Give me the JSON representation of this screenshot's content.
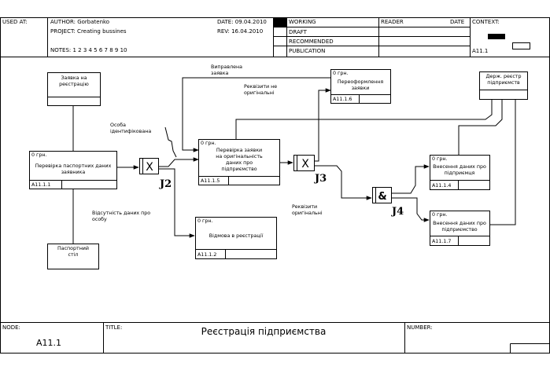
{
  "header": {
    "used_at_label": "USED AT:",
    "author_line": "AUTHOR: Gorbatenko",
    "project_line": "PROJECT: Creating bussines",
    "notes_line": "NOTES: 1 2 3 4 5 6 7 8 9 10",
    "date_line": "DATE: 09.04.2010",
    "rev_line": "REV: 16.04.2010",
    "status_working": "WORKING",
    "status_draft": "DRAFT",
    "status_recommended": "RECOMMENDED",
    "status_publication": "PUBLICATION",
    "reader_label": "READER",
    "reader_date_label": "DATE",
    "context_label": "CONTEXT:",
    "context_node": "A11.1"
  },
  "boxes": {
    "application": {
      "line1": "Заявка на",
      "line2": "реєстрацію"
    },
    "passport_table": {
      "line1": "Паспортний",
      "line2": "стіл"
    },
    "state_registry": {
      "line1": "Держ. реєстр",
      "line2": "підприємств"
    },
    "check_passport": {
      "tag": "0 грн.",
      "line1": "Перевірка паспортних даних",
      "line2": "заявника",
      "code": "A11.1.1"
    },
    "check_application": {
      "tag": "0 грн.",
      "line1": "Перевірка заявки",
      "line2": "на оригінальність",
      "line3": "даних про",
      "line4": "підприємство",
      "code": "A11.1.5"
    },
    "reissue": {
      "tag": "0 грн.",
      "line1": "Переоформлення",
      "line2": "заявки",
      "code": "A11.1.6"
    },
    "refusal": {
      "tag": "0 грн.",
      "line1": "Відмова в реєстрації",
      "code": "A11.1.2"
    },
    "entry_4": {
      "tag": "0 грн.",
      "line1": "Внесення даних про",
      "line2": "підприємця",
      "code": "A11.1.4"
    },
    "entry_7": {
      "tag": "0 грн.",
      "line1": "Внесення даних про",
      "line2": "підприємство",
      "code": "A11.1.7"
    }
  },
  "arrow_labels": {
    "corrected": {
      "line1": "Виправлена",
      "line2": "заявка"
    },
    "req_not_original": {
      "line1": "Реквізити не",
      "line2": "оригінальні"
    },
    "person_identified": {
      "line1": "Особа",
      "line2": "ідентифікована"
    },
    "no_person_data": {
      "line1": "Відсутність даних про",
      "line2": "особу"
    },
    "req_original": {
      "line1": "Реквізити",
      "line2": "оригінальні"
    }
  },
  "junctions": {
    "j2": {
      "symbol": "X",
      "label": "J2"
    },
    "j3": {
      "symbol": "X",
      "label": "J3"
    },
    "j4": {
      "symbol": "&",
      "label": "J4"
    }
  },
  "footer": {
    "node_label": "NODE:",
    "node_value": "A11.1",
    "title_label": "TITLE:",
    "title_value": "Реєстрація підприємства",
    "number_label": "NUMBER:"
  }
}
